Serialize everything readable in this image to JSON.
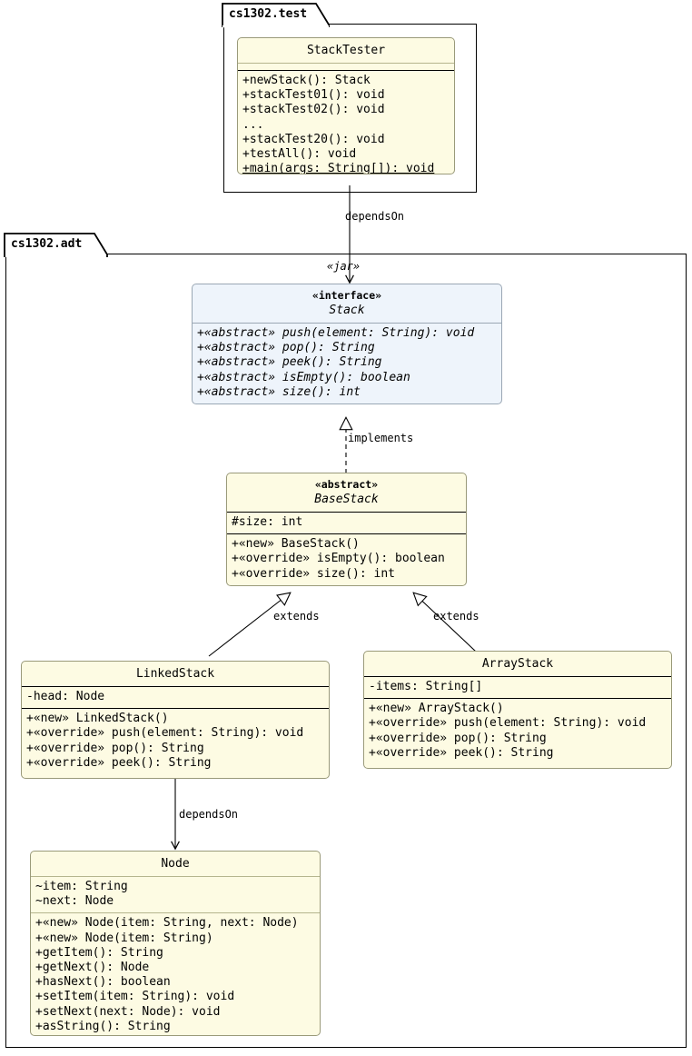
{
  "diagram": {
    "type": "uml-class-diagram",
    "background": "#ffffff",
    "colors": {
      "class_fill": "#fdfbe3",
      "class_border": "#9a9a7a",
      "interface_fill": "#eef4fb",
      "interface_border": "#9aa7b4",
      "package_border": "#000000",
      "line": "#000000"
    }
  },
  "packages": [
    {
      "name": "cs1302.test",
      "label": "cs1302.test"
    },
    {
      "name": "cs1302.adt",
      "label": "cs1302.adt"
    }
  ],
  "classes": {
    "stacktester": {
      "stereotype": "",
      "name": "StackTester",
      "fields": [],
      "methods": [
        {
          "text": "+newStack(): Stack",
          "italic": false,
          "underline": false
        },
        {
          "text": "+stackTest01(): void",
          "italic": false,
          "underline": false
        },
        {
          "text": "+stackTest02(): void",
          "italic": false,
          "underline": false
        },
        {
          "text": "...",
          "italic": false,
          "underline": false
        },
        {
          "text": "+stackTest20(): void",
          "italic": false,
          "underline": false
        },
        {
          "text": "+testAll(): void",
          "italic": false,
          "underline": false
        },
        {
          "text": "+main(args: String[]): void",
          "italic": false,
          "underline": true
        }
      ]
    },
    "stack": {
      "stereotype": "«interface»",
      "name": "Stack",
      "fields": [],
      "methods": [
        {
          "text": "+«abstract» push(element: String): void",
          "italic": true,
          "underline": false
        },
        {
          "text": "+«abstract» pop(): String",
          "italic": true,
          "underline": false
        },
        {
          "text": "+«abstract» peek(): String",
          "italic": true,
          "underline": false
        },
        {
          "text": "+«abstract» isEmpty(): boolean",
          "italic": true,
          "underline": false
        },
        {
          "text": "+«abstract» size(): int",
          "italic": true,
          "underline": false
        }
      ]
    },
    "basestack": {
      "stereotype": "«abstract»",
      "name": "BaseStack",
      "fields": [
        {
          "text": "#size: int",
          "italic": false,
          "underline": false
        }
      ],
      "methods": [
        {
          "text": "+«new» BaseStack()",
          "italic": false,
          "underline": false
        },
        {
          "text": "+«override» isEmpty(): boolean",
          "italic": false,
          "underline": false
        },
        {
          "text": "+«override» size(): int",
          "italic": false,
          "underline": false
        }
      ]
    },
    "linkedstack": {
      "stereotype": "",
      "name": "LinkedStack",
      "fields": [
        {
          "text": "-head: Node",
          "italic": false,
          "underline": false
        }
      ],
      "methods": [
        {
          "text": "+«new» LinkedStack()",
          "italic": false,
          "underline": false
        },
        {
          "text": "+«override» push(element: String): void",
          "italic": false,
          "underline": false
        },
        {
          "text": "+«override» pop(): String",
          "italic": false,
          "underline": false
        },
        {
          "text": "+«override» peek(): String",
          "italic": false,
          "underline": false
        }
      ]
    },
    "arraystack": {
      "stereotype": "",
      "name": "ArrayStack",
      "fields": [
        {
          "text": "-items: String[]",
          "italic": false,
          "underline": false
        }
      ],
      "methods": [
        {
          "text": "+«new» ArrayStack()",
          "italic": false,
          "underline": false
        },
        {
          "text": "+«override» push(element: String): void",
          "italic": false,
          "underline": false
        },
        {
          "text": "+«override» pop(): String",
          "italic": false,
          "underline": false
        },
        {
          "text": "+«override» peek(): String",
          "italic": false,
          "underline": false
        }
      ]
    },
    "node": {
      "stereotype": "",
      "name": "Node",
      "fields": [
        {
          "text": "~item: String",
          "italic": false,
          "underline": false
        },
        {
          "text": "~next: Node",
          "italic": false,
          "underline": false
        }
      ],
      "methods": [
        {
          "text": "+«new» Node(item: String, next: Node)",
          "italic": false,
          "underline": false
        },
        {
          "text": "+«new» Node(item: String)",
          "italic": false,
          "underline": false
        },
        {
          "text": "+getItem(): String",
          "italic": false,
          "underline": false
        },
        {
          "text": "+getNext(): Node",
          "italic": false,
          "underline": false
        },
        {
          "text": "+hasNext(): boolean",
          "italic": false,
          "underline": false
        },
        {
          "text": "+setItem(item: String): void",
          "italic": false,
          "underline": false
        },
        {
          "text": "+setNext(next: Node): void",
          "italic": false,
          "underline": false
        },
        {
          "text": "+asString(): String",
          "italic": false,
          "underline": false
        }
      ]
    }
  },
  "edges": {
    "tester_to_stack": {
      "label": "dependsOn",
      "stereotype": "«jar»",
      "style": "solid",
      "arrow": "open-arrow",
      "from": "StackTester",
      "to": "Stack"
    },
    "basestack_to_stack": {
      "label": "implements",
      "style": "dashed",
      "arrow": "hollow-triangle",
      "from": "BaseStack",
      "to": "Stack"
    },
    "linkedstack_to_basestack": {
      "label": "extends",
      "style": "solid",
      "arrow": "hollow-triangle",
      "from": "LinkedStack",
      "to": "BaseStack"
    },
    "arraystack_to_basestack": {
      "label": "extends",
      "style": "solid",
      "arrow": "hollow-triangle",
      "from": "ArrayStack",
      "to": "BaseStack"
    },
    "linkedstack_to_node": {
      "label": "dependsOn",
      "style": "solid",
      "arrow": "open-arrow",
      "from": "LinkedStack",
      "to": "Node"
    }
  }
}
